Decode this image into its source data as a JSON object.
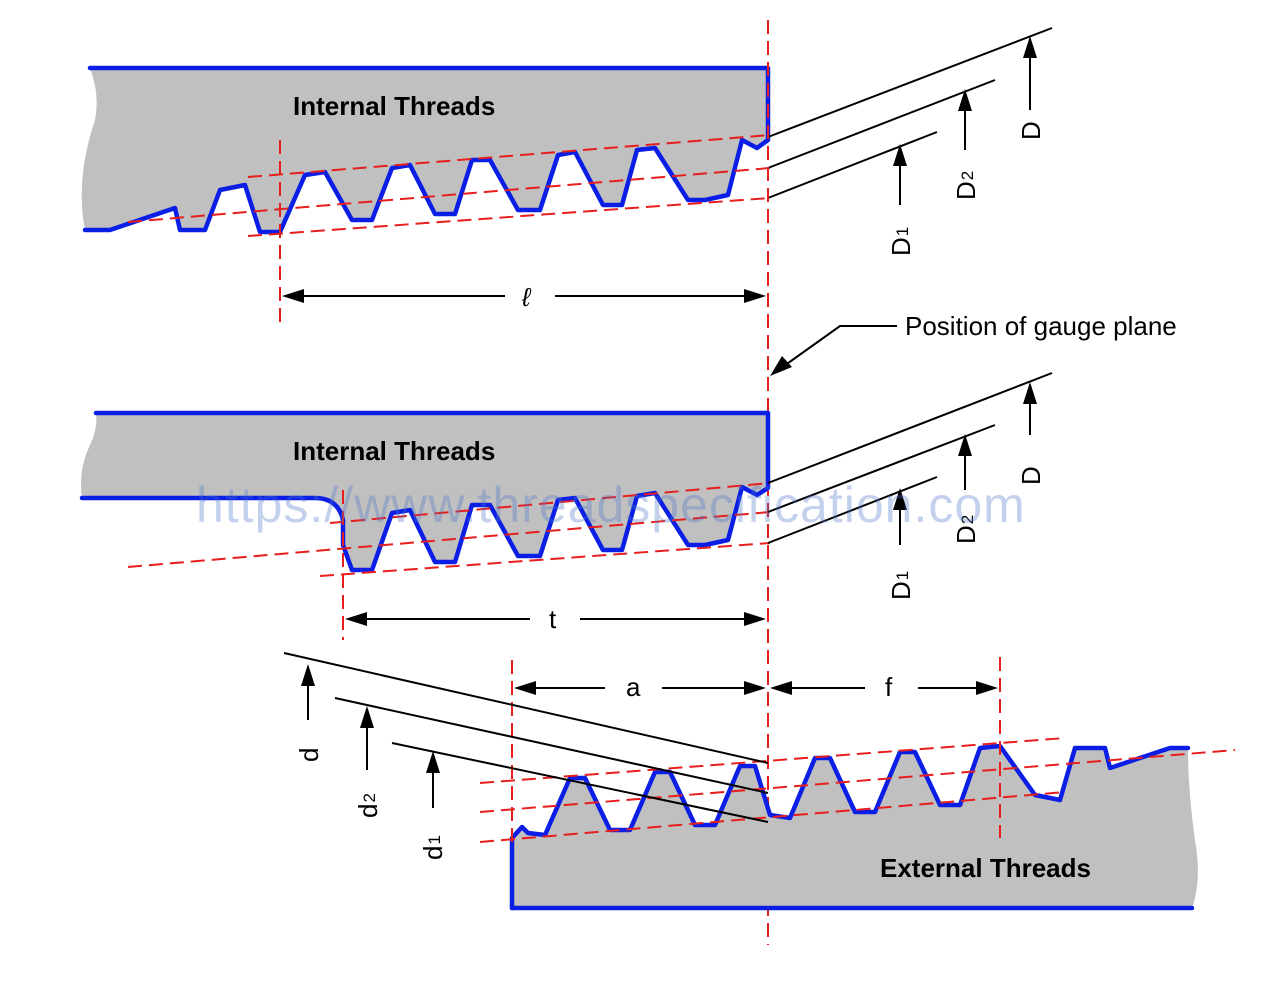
{
  "labels": {
    "internal_threads_top": "Internal Threads",
    "internal_threads_mid": "Internal Threads",
    "external_threads": "External Threads",
    "gauge_plane": "Position of gauge plane",
    "length_l": "ℓ",
    "length_t": "t",
    "length_a": "a",
    "length_f": "f",
    "dia_D": "D",
    "dia_D2": "D",
    "dia_D2_sub": "2",
    "dia_D1": "D",
    "dia_D1_sub": "1",
    "dia_d": "d",
    "dia_d2": "d",
    "dia_d2_sub": "2",
    "dia_d1": "d",
    "dia_d1_sub": "1"
  },
  "watermark": "https://www.threadspecification.com",
  "colors": {
    "body_gray": "#c0c0c0",
    "thread_blue": "#0a1ee6",
    "centerline_red": "#e61e1e",
    "dimension_black": "#000000",
    "watermark_blue": "#4a74c9"
  }
}
